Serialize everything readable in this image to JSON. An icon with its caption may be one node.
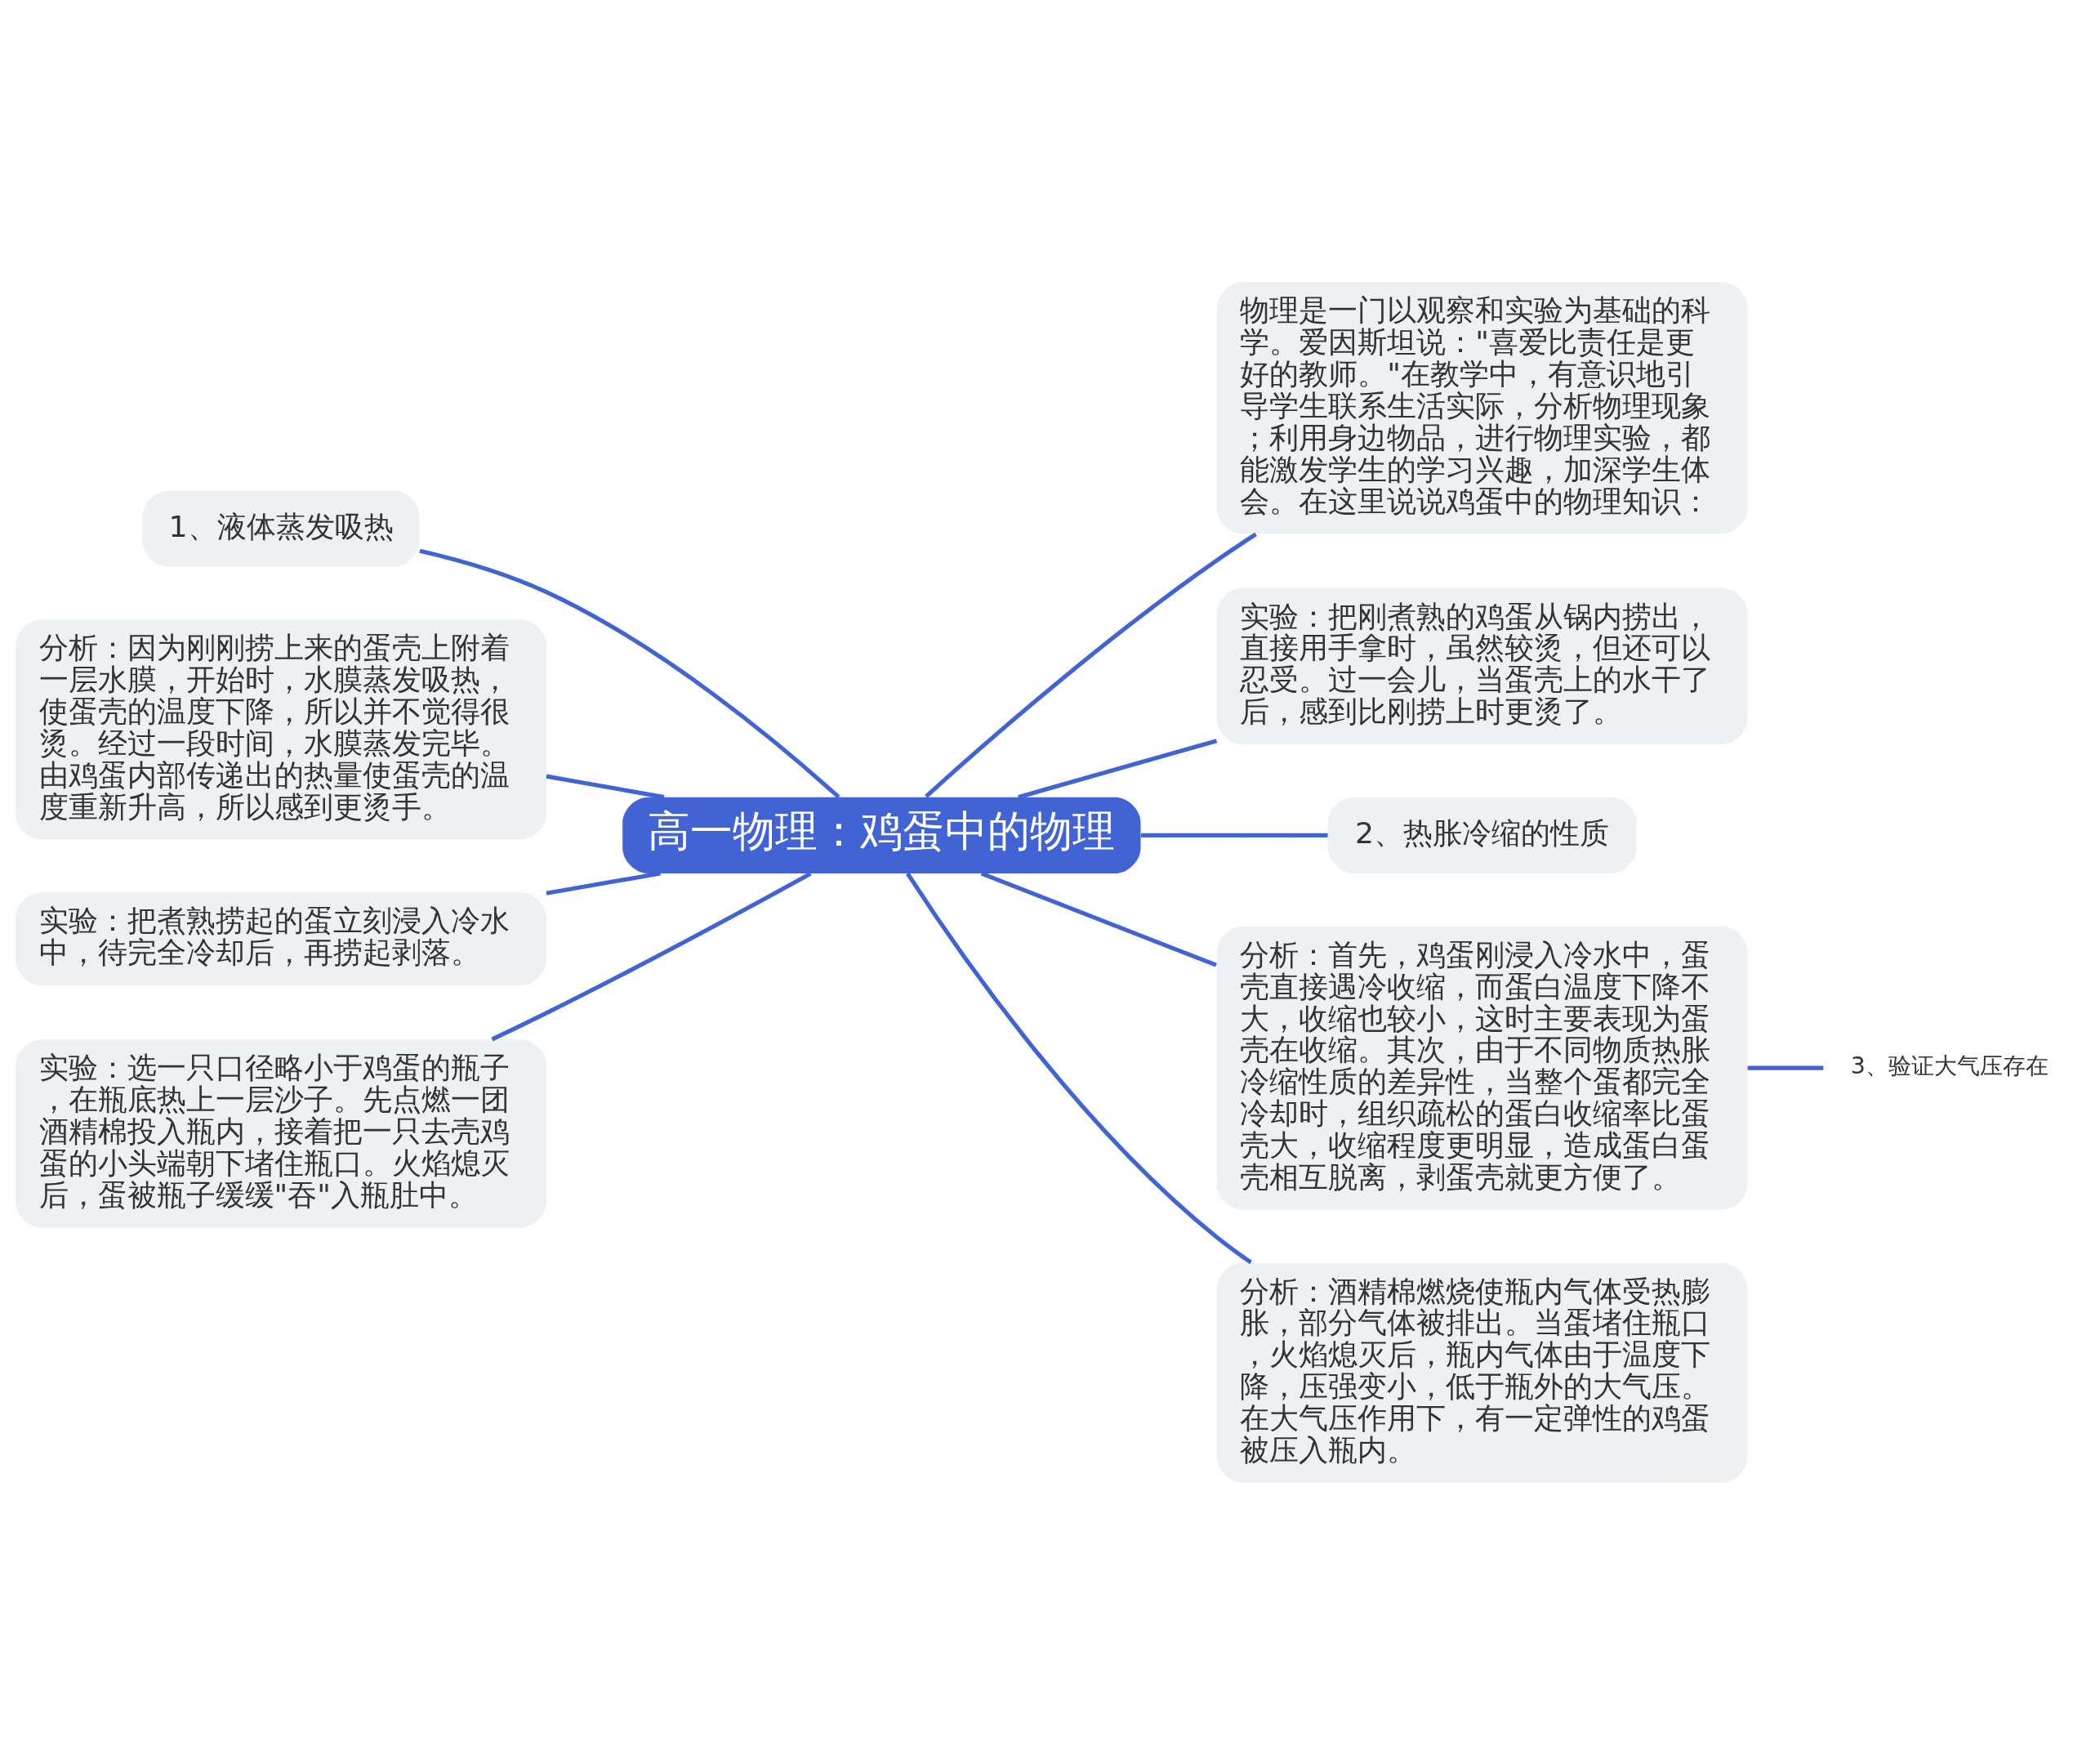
{
  "diagram": {
    "nodes": [
      {
        "text": [
          "高一物理：鸡蛋中的物理"
        ]
      },
      {
        "text": [
          "1、液体蒸发吸热"
        ]
      },
      {
        "text": [
          "分析：因为刚刚捞上来的蛋壳上附着一层水膜，开始时，水膜蒸发吸热，使蛋壳的温度下降，所以并不觉得很烫。经过一段时间，水膜蒸发完毕。由鸡蛋内部传递出的热量使蛋壳的温度重新升高，所以感到更烫手。"
        ]
      },
      {
        "text": [
          "实验：把煮熟捞起的蛋立刻浸入冷水中，待完全冷却后，再捞起剥落。"
        ]
      },
      {
        "text": [
          "实验：选一只口径略小于鸡蛋的瓶子，在瓶底热上一层沙子。先点燃一团酒精棉投入瓶内，接着把一只去壳鸡蛋的小头端朝下堵住瓶口。火焰熄灭后，蛋被瓶子缓缓\"吞\"入瓶肚中。"
        ]
      },
      {
        "text": [
          "物理是一门以观察和实验为基础的科学。爱因斯坦说：\"喜爱比责任是更好的教师。\"在教学中，有意识地引导学生联系生活实际，分析物理现象；利用身边物品，进行物理实验，都能激发学生的学习兴趣，加深学生体会。在这里说说鸡蛋中的物理知识："
        ]
      },
      {
        "text": [
          "实验：把刚煮熟的鸡蛋从锅内捞出，直接用手拿时，虽然较烫，但还可以忍受。过一会儿，当蛋壳上的水干了后，感到比刚捞上时更烫了。"
        ]
      },
      {
        "text": [
          "2、热胀冷缩的性质"
        ]
      },
      {
        "text": [
          "分析：首先，鸡蛋刚浸入冷水中，蛋壳直接遇冷收缩，而蛋白温度下降不大，收缩也较小，这时主要表现为蛋壳在收缩。其次，由于不同物质热胀冷缩性质的差异性，当整个蛋都完全冷却时，组织疏松的蛋白收缩率比蛋壳大，收缩程度更明显，造成蛋白蛋壳相互脱离，剥蛋壳就更方便了。"
        ]
      },
      {
        "text": [
          "分析：酒精棉燃烧使瓶内气体受热膨胀，部分气体被排出。当蛋堵住瓶口，火焰熄灭后，瓶内气体由于温度下降，压强变小，低于瓶外的大气压。在大气压作用下，有一定弹性的鸡蛋被压入瓶内。"
        ]
      },
      {
        "text": [
          "3、验证大气压存在"
        ]
      }
    ],
    "edges": [
      {
        "from": 0,
        "to": 1,
        "arrow": "none"
      },
      {
        "from": 0,
        "to": 2,
        "arrow": "none"
      },
      {
        "from": 0,
        "to": 3,
        "arrow": "none"
      },
      {
        "from": 0,
        "to": 4,
        "arrow": "none"
      },
      {
        "from": 0,
        "to": 5,
        "arrow": "none"
      },
      {
        "from": 0,
        "to": 6,
        "arrow": "none"
      },
      {
        "from": 0,
        "to": 7,
        "arrow": "none"
      },
      {
        "from": 0,
        "to": 8,
        "arrow": "none"
      },
      {
        "from": 0,
        "to": 9,
        "arrow": "none"
      },
      {
        "from": 8,
        "to": 10,
        "arrow": "none"
      }
    ]
  }
}
